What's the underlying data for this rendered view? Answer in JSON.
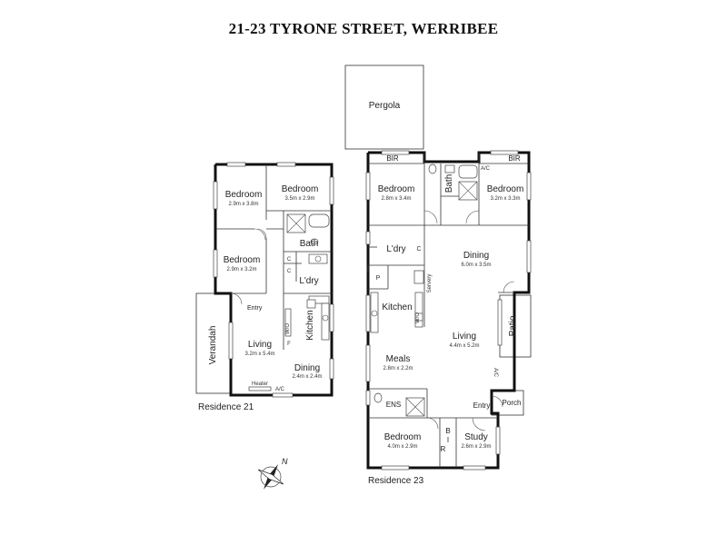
{
  "title": "21-23 TYRONE STREET, WERRIBEE",
  "residence21": {
    "caption": "Residence 21",
    "rooms": {
      "bedroom1": {
        "label": "Bedroom",
        "dim": "2.9m x 3.8m"
      },
      "bedroom2": {
        "label": "Bedroom",
        "dim": "3.5m x 2.9m"
      },
      "bedroom3": {
        "label": "Bedroom",
        "dim": "2.9m x 3.2m"
      },
      "bath": {
        "label": "Bath"
      },
      "laundry": {
        "label": "L'dry"
      },
      "entry": {
        "label": "Entry"
      },
      "kitchen": {
        "label": "Kitchen"
      },
      "living": {
        "label": "Living",
        "dim": "3.2m x 5.4m"
      },
      "dining": {
        "label": "Dining",
        "dim": "2.4m x 2.4m"
      },
      "verandah": {
        "label": "Verandah"
      }
    },
    "marks": {
      "c1": "C",
      "c2": "C",
      "f": "F",
      "wo": "W/O",
      "heater": "Heater",
      "ac": "A/C"
    }
  },
  "residence23": {
    "caption": "Residence 23",
    "rooms": {
      "pergola": {
        "label": "Pergola"
      },
      "bir_top_left": {
        "label": "BIR"
      },
      "bir_top_right": {
        "label": "BIR"
      },
      "bedroom_left": {
        "label": "Bedroom",
        "dim": "2.8m x 3.4m"
      },
      "bath": {
        "label": "Bath"
      },
      "bedroom_right": {
        "label": "Bedroom",
        "dim": "3.2m x 3.3m"
      },
      "laundry": {
        "label": "L'dry"
      },
      "dining": {
        "label": "Dining",
        "dim": "6.0m x 3.5m"
      },
      "kitchen": {
        "label": "Kitchen"
      },
      "living": {
        "label": "Living",
        "dim": "4.4m x 5.2m"
      },
      "patio": {
        "label": "Patio"
      },
      "meals": {
        "label": "Meals",
        "dim": "2.8m x 2.2m"
      },
      "ens": {
        "label": "ENS"
      },
      "entry": {
        "label": "Entry"
      },
      "porch": {
        "label": "Porch"
      },
      "bedroom_bottom": {
        "label": "Bedroom",
        "dim": "4.0m x 2.9m"
      },
      "bir_bottom": {
        "label": "B\nI\nR"
      },
      "study": {
        "label": "Study",
        "dim": "2.6m x 2.9m"
      }
    },
    "marks": {
      "ac_top": "A/C",
      "ac_side": "A/C",
      "c": "C",
      "p": "P",
      "servery": "Servery",
      "wo": "W/O"
    }
  },
  "compass": {
    "north": "N"
  }
}
